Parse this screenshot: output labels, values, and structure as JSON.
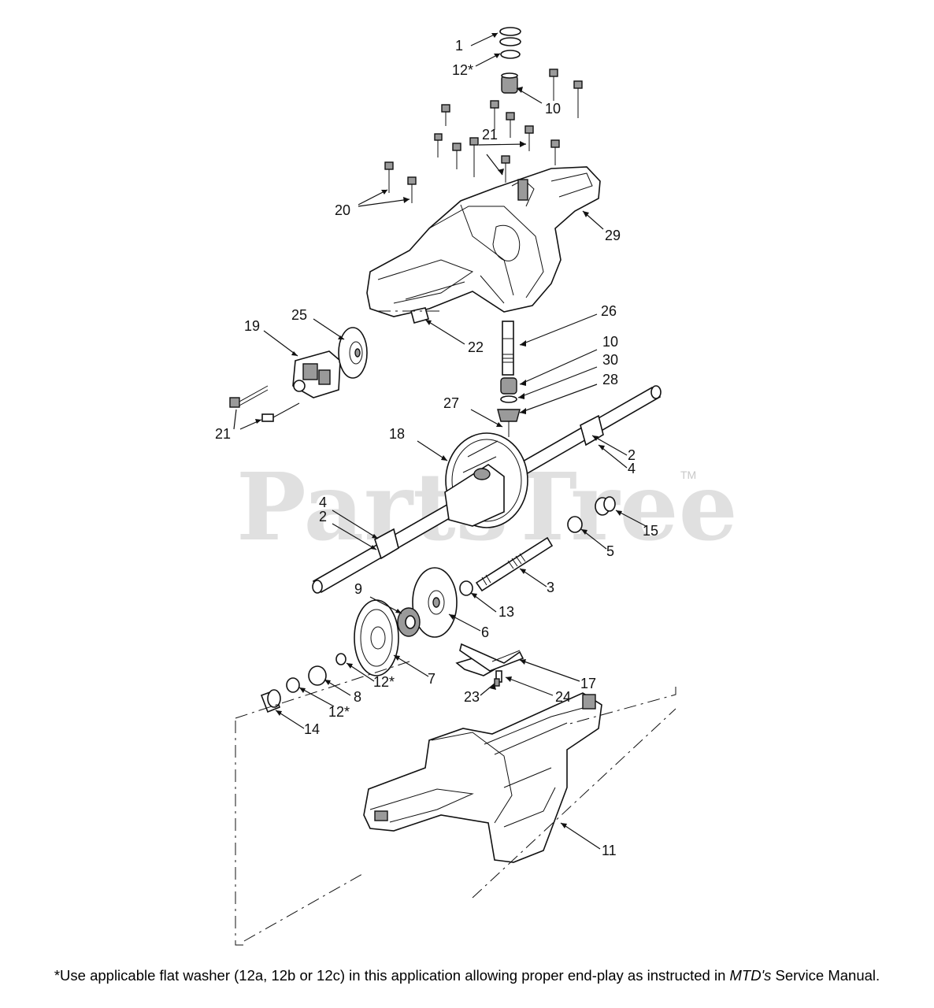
{
  "diagram": {
    "watermark": "PartsTree",
    "watermark_tm": "TM",
    "callouts": {
      "c1": "1",
      "c12a": "12*",
      "c10a": "10",
      "c21a": "21",
      "c20": "20",
      "c29": "29",
      "c26": "26",
      "c25": "25",
      "c19": "19",
      "c22": "22",
      "c10b": "10",
      "c30": "30",
      "c28": "28",
      "c27": "27",
      "c21b": "21",
      "c18": "18",
      "c2a": "2",
      "c4a": "4",
      "c4b": "4",
      "c2b": "2",
      "c15": "15",
      "c5": "5",
      "c3": "3",
      "c9": "9",
      "c13": "13",
      "c6": "6",
      "c12b": "12*",
      "c7": "7",
      "c17": "17",
      "c8": "8",
      "c23": "23",
      "c24": "24",
      "c12c": "12*",
      "c14": "14",
      "c11": "11"
    }
  },
  "footnote": {
    "before": "*Use applicable flat washer (12a, 12b or 12c) in this application allowing proper end-play as instructed in ",
    "brand": "MTD's",
    "after": " Service Manual."
  }
}
